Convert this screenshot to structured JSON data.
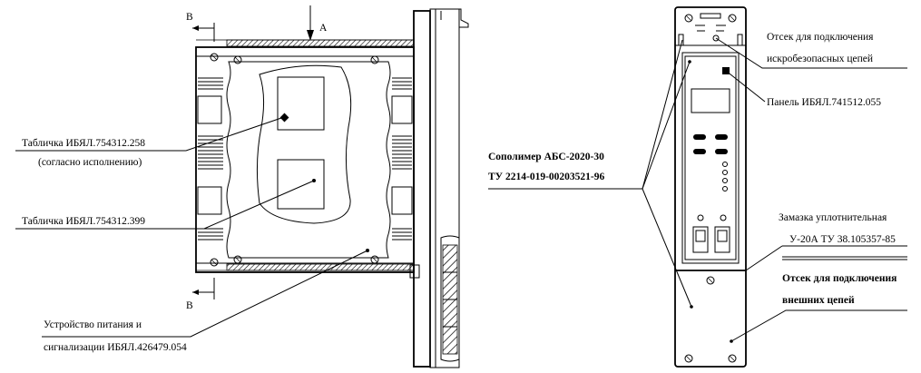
{
  "view_markers": {
    "section_top": "В",
    "section_bottom": "В",
    "view_arrow": "А"
  },
  "callouts": {
    "plate_1_line1": "Табличка ИБЯЛ.754312.258",
    "plate_1_line2": "(согласно исполнению)",
    "plate_2": "Табличка ИБЯЛ.754312.399",
    "device_line1": "Устройство питания и",
    "device_line2": "сигнализации ИБЯЛ.426479.054",
    "copolymer_line1": "Сополимер АБС-2020-30",
    "copolymer_line2": "ТУ 2214-019-00203521-96",
    "intrinsic_line1": "Отсек для подключения",
    "intrinsic_line2": "искробезопасных цепей",
    "panel": "Панель ИБЯЛ.741512.055",
    "sealant_line1": "Замазка уплотнительная",
    "sealant_line2": "У-20А ТУ 38.105357-85",
    "external_line1": "Отсек для подключения",
    "external_line2": "внешних цепей"
  }
}
